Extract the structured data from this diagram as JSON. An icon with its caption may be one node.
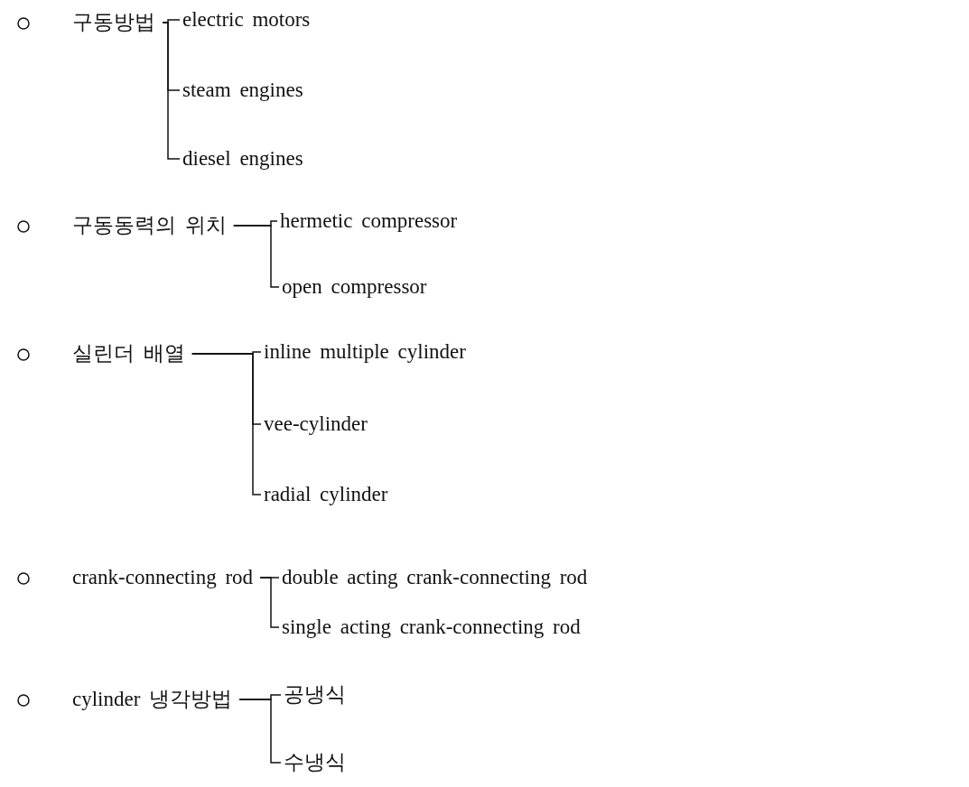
{
  "diagram": {
    "nodes": [
      {
        "text": [
          "구동방법"
        ]
      },
      {
        "text": [
          "electric motors"
        ]
      },
      {
        "text": [
          "steam engines"
        ]
      },
      {
        "text": [
          "diesel engines"
        ]
      },
      {
        "text": [
          "구동동력의 위치"
        ]
      },
      {
        "text": [
          "hermetic compressor"
        ]
      },
      {
        "text": [
          "open compressor"
        ]
      },
      {
        "text": [
          "실린더 배열"
        ]
      },
      {
        "text": [
          "inline multiple cylinder"
        ]
      },
      {
        "text": [
          "vee-cylinder"
        ]
      },
      {
        "text": [
          "radial cylinder"
        ]
      },
      {
        "text": [
          "crank-connecting rod"
        ]
      },
      {
        "text": [
          "double acting crank-connecting rod"
        ]
      },
      {
        "text": [
          "single acting crank-connecting rod"
        ]
      },
      {
        "text": [
          "cylinder 냉각방법"
        ]
      },
      {
        "text": [
          "공냉식"
        ]
      },
      {
        "text": [
          "수냉식"
        ]
      }
    ],
    "edges": [
      {
        "from": 0,
        "to": 1,
        "arrow": "none"
      },
      {
        "from": 0,
        "to": 2,
        "arrow": "none"
      },
      {
        "from": 0,
        "to": 3,
        "arrow": "none"
      },
      {
        "from": 4,
        "to": 5,
        "arrow": "none"
      },
      {
        "from": 4,
        "to": 6,
        "arrow": "none"
      },
      {
        "from": 7,
        "to": 8,
        "arrow": "none"
      },
      {
        "from": 7,
        "to": 9,
        "arrow": "none"
      },
      {
        "from": 7,
        "to": 10,
        "arrow": "none"
      },
      {
        "from": 11,
        "to": 12,
        "arrow": "none"
      },
      {
        "from": 11,
        "to": 13,
        "arrow": "none"
      },
      {
        "from": 14,
        "to": 15,
        "arrow": "none"
      },
      {
        "from": 14,
        "to": 16,
        "arrow": "none"
      }
    ]
  }
}
